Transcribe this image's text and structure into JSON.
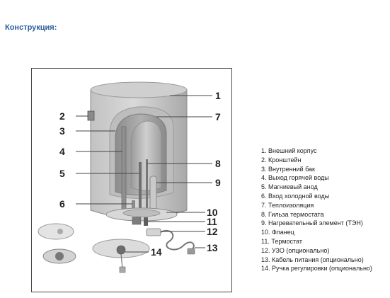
{
  "heading": "Конструкция:",
  "callouts": [
    "1",
    "2",
    "3",
    "4",
    "5",
    "6",
    "7",
    "8",
    "9",
    "10",
    "11",
    "12",
    "13",
    "14"
  ],
  "legend": [
    "1.  Внешний корпус",
    "2.  Кронштейн",
    "3.  Внутренний бак",
    "4.  Выход горячей воды",
    "5.  Магниевый анод",
    "6.  Вход холодной воды",
    "7.  Теплоизоляция",
    "8.  Гильза термостата",
    "9.  Нагревательный элемент (ТЭН)",
    "10. Фланец",
    "11. Термостат",
    "12. УЗО (опционально)",
    "13. Кабель питания (опционально)",
    "14. Ручка регулировки (опционально)"
  ],
  "colors": {
    "heading": "#2a5e9c",
    "body": "#b3b3b3",
    "body_light": "#d6d6d6",
    "tank": "#999999",
    "insulation": "#c4c4c4",
    "frame": "#4a4a4a"
  }
}
